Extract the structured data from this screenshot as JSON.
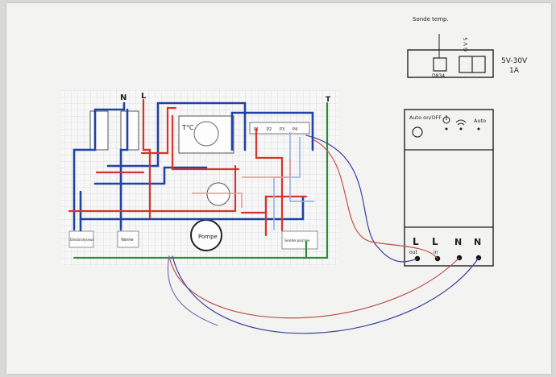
{
  "sheet": {
    "breaker_labels": {
      "neutral": "N",
      "live": "L",
      "earth": "T"
    },
    "thermostat_label": "T°C",
    "pump_label": "Pompe",
    "left_box_label": "Electrolyseur",
    "mid_box_label": "Vanne",
    "right_box_label": "Sonde piscine",
    "pin_labels": [
      "P1",
      "P2",
      "P3",
      "P4"
    ]
  },
  "power_supply": {
    "sensor_label": "Sonde temp.",
    "chip_label": "D834",
    "pins_label": "G V 5",
    "rating_line1": "5V-30V",
    "rating_line2": "1A"
  },
  "controller": {
    "mode_label": "Auto on/OFF",
    "power_icon": "power-icon",
    "wifi_icon": "wifi-icon",
    "auto_label": "Auto",
    "terminal_labels": [
      "L",
      "L",
      "N",
      "N"
    ],
    "terminal_sub_labels": [
      "out",
      "in",
      "",
      ""
    ]
  },
  "colors": {
    "live_wire": "#d4352a",
    "neutral_wire": "#2142a3",
    "earth_wire": "#2f8a3a",
    "pen_red": "#c0504a",
    "pen_blue": "#3a3f9e",
    "pen_purple": "#7d6fb8",
    "grid": "#c9ccd2"
  }
}
